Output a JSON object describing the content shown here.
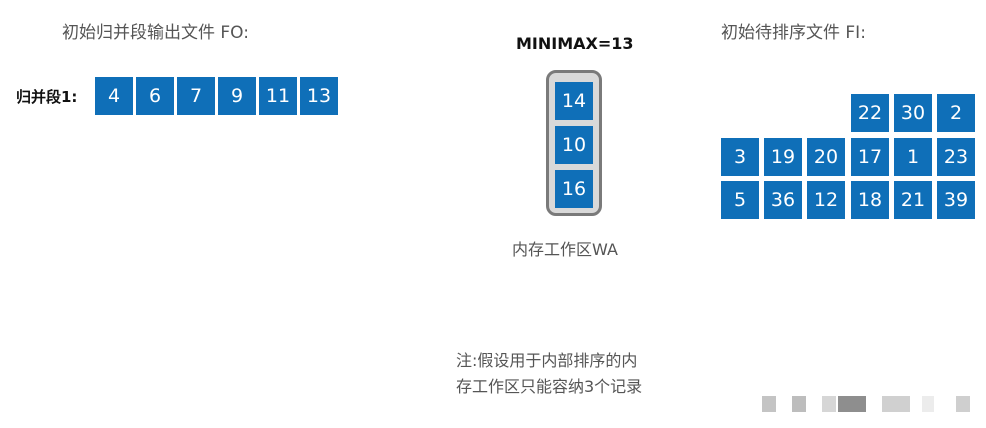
{
  "fo": {
    "title": "初始归并段输出文件 FO:",
    "segment_label": "归并段1:",
    "values": [
      "4",
      "6",
      "7",
      "9",
      "11",
      "13"
    ]
  },
  "wa": {
    "minimax": "MINIMAX=13",
    "values": [
      "14",
      "10",
      "16"
    ],
    "caption": "内存工作区WA"
  },
  "fi": {
    "title": "初始待排序文件 FI:",
    "rows": [
      [
        "22",
        "30",
        "2"
      ],
      [
        "3",
        "19",
        "20",
        "17",
        "1",
        "23"
      ],
      [
        "5",
        "36",
        "12",
        "18",
        "21",
        "39"
      ]
    ]
  },
  "note": {
    "line1": "注:假设用于内部排序的内",
    "line2": "存工作区只能容纳3个记录"
  },
  "colors": {
    "box": "#0f6fb8",
    "frame": "#7a7a7a",
    "frame_fill": "#d9d9d9"
  }
}
